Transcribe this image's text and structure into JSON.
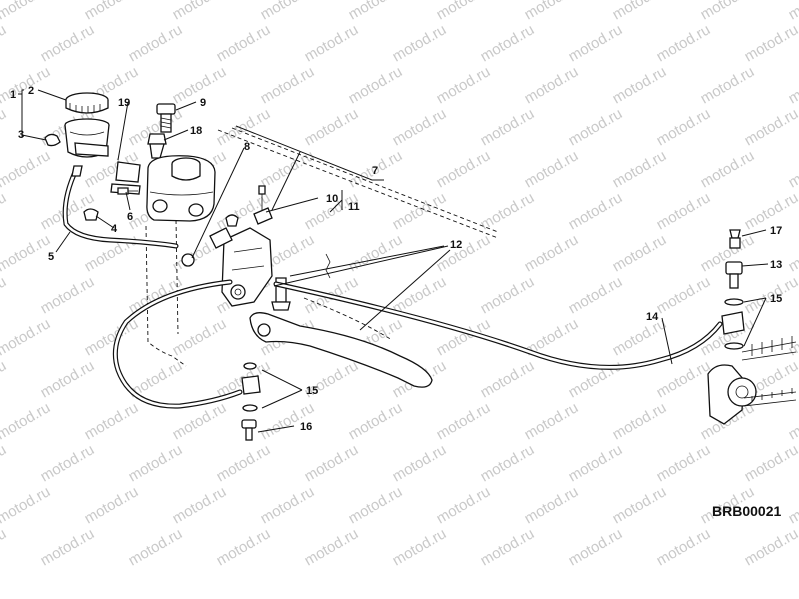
{
  "watermark": "motod.ru",
  "drawing_code": "BRB00021",
  "callouts": [
    "1",
    "2",
    "3",
    "4",
    "5",
    "6",
    "7",
    "8",
    "9",
    "10",
    "11",
    "12",
    "13",
    "14",
    "15",
    "15",
    "15",
    "16",
    "17",
    "18",
    "19"
  ]
}
